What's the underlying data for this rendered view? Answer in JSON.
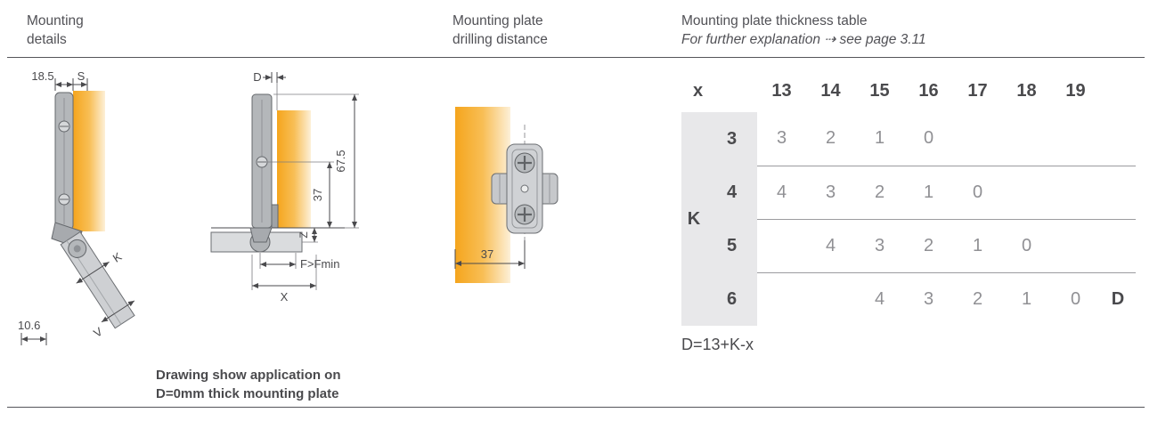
{
  "header": {
    "section1": {
      "line1": "Mounting",
      "line2": "details"
    },
    "section2": {
      "line1": "Mounting plate",
      "line2": "drilling distance"
    },
    "section3": {
      "title": "Mounting plate thickness table",
      "subtitle": "For further explanation ⇢ see page 3.11"
    }
  },
  "drawings": {
    "mounting_details": {
      "d18_5": "18.5",
      "s": "S",
      "k": "K",
      "v": "V",
      "d10_6": "10.6"
    },
    "side_view": {
      "d": "D",
      "h67_5": "67.5",
      "h37": "37",
      "z": "Z",
      "f": "F>Fmin",
      "x": "X"
    },
    "plate": {
      "w37": "37"
    },
    "note": {
      "line1": "Drawing show application on",
      "line2": "D=0mm thick mounting plate"
    }
  },
  "table": {
    "corner": "x",
    "columns": [
      "13",
      "14",
      "15",
      "16",
      "17",
      "18",
      "19"
    ],
    "row_group_label": "K",
    "rows": [
      {
        "label": "3",
        "values": [
          "3",
          "2",
          "1",
          "0",
          "",
          "",
          ""
        ],
        "suffix": ""
      },
      {
        "label": "4",
        "values": [
          "4",
          "3",
          "2",
          "1",
          "0",
          "",
          ""
        ],
        "suffix": ""
      },
      {
        "label": "5",
        "values": [
          "",
          "4",
          "3",
          "2",
          "1",
          "0",
          ""
        ],
        "suffix": ""
      },
      {
        "label": "6",
        "values": [
          "",
          "",
          "4",
          "3",
          "2",
          "1",
          "0"
        ],
        "suffix": "D"
      }
    ],
    "formula": "D=13+K-x"
  },
  "colors": {
    "text_dark": "#4a4a4d",
    "text_muted": "#909094",
    "rule": "#55555a",
    "band": "#e8e8ea",
    "orange": "#f5a51d"
  }
}
